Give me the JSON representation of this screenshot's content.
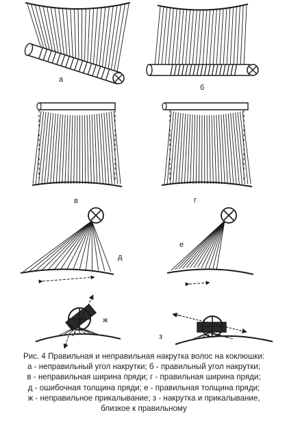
{
  "panels": [
    {
      "letter": "а",
      "description_bound": false
    },
    {
      "letter": "б"
    },
    {
      "letter": "в"
    },
    {
      "letter": "г"
    },
    {
      "letter": "д"
    },
    {
      "letter": "е"
    },
    {
      "letter": "ж"
    },
    {
      "letter": "з"
    }
  ],
  "caption": {
    "line1": "Рис. 4 Правильная и неправильная накрутка волос на коклюшки:",
    "line2": "а - неправильный угол накрутки; б - правильный угол накрутки;",
    "line3": "в - неправильная ширина пряди; г - правильная ширина пряди;",
    "line4": "д - ошибочная толщина пряди; е - правильная толщина пряди;",
    "line5": "ж - неправильное прикалывание; з - накрутка и прикалывание,",
    "line6": "близкое к правильному"
  },
  "colors": {
    "ink": "#1a1a1a",
    "paper": "#ffffff"
  }
}
